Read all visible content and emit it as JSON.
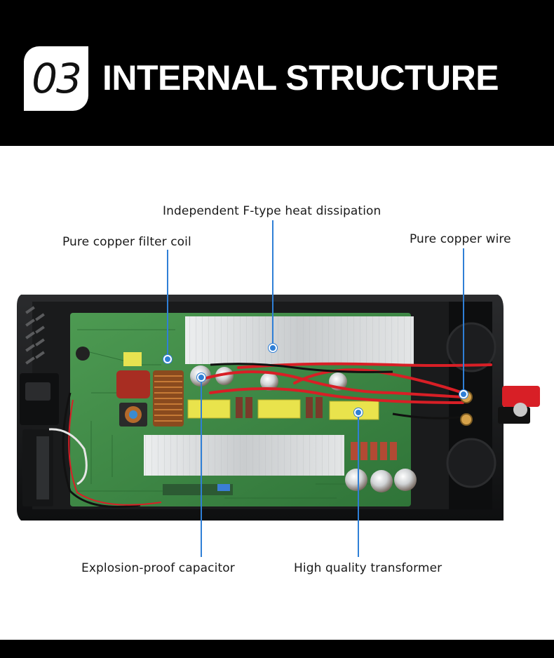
{
  "header": {
    "number": "03",
    "title": "INTERNAL STRUCTURE"
  },
  "callouts": {
    "heat_dissipation": "Independent F-type heat dissipation",
    "filter_coil": "Pure copper filter coil",
    "copper_wire": "Pure copper wire",
    "capacitor": "Explosion-proof capacitor",
    "transformer": "High quality transformer"
  },
  "colors": {
    "header_bg": "#000000",
    "accent_blue": "#2f7fd6",
    "pcb_green": "#3f8a45",
    "heatsink_silver": "#d8dadc",
    "wire_red": "#d81f26"
  }
}
